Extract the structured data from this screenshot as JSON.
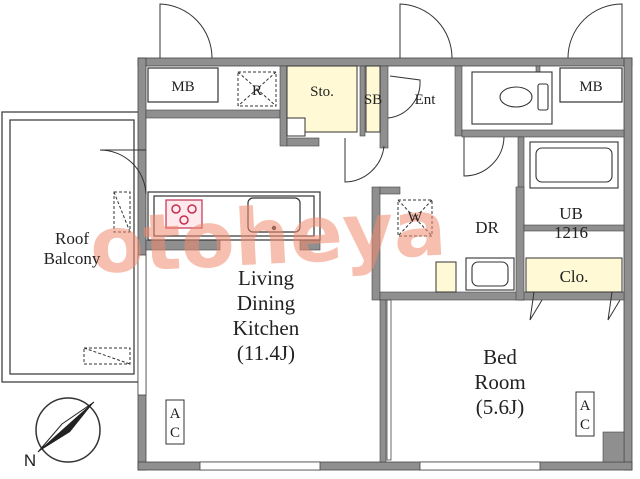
{
  "labels": {
    "mb_left": "MB",
    "r": "R",
    "storage": "Sto.",
    "sb": "SB",
    "entrance": "Ent",
    "mb_right": "MB",
    "roof_balcony_1": "Roof",
    "roof_balcony_2": "Balcony",
    "w": "W",
    "dr": "DR",
    "ub_1": "UB",
    "ub_2": "1216",
    "closet": "Clo.",
    "ldk_1": "Living",
    "ldk_2": "Dining",
    "ldk_3": "Kitchen",
    "ldk_4": "(11.4J)",
    "bed_1": "Bed",
    "bed_2": "Room",
    "bed_3": "(5.6J)",
    "ac_left_1": "A",
    "ac_left_2": "C",
    "ac_right_1": "A",
    "ac_right_2": "C",
    "north": "N"
  },
  "watermark": "otoheya",
  "colors": {
    "wall": "#8f8f8f",
    "storage_fill": "#fff9d6",
    "watermark": "#f08a6e"
  }
}
